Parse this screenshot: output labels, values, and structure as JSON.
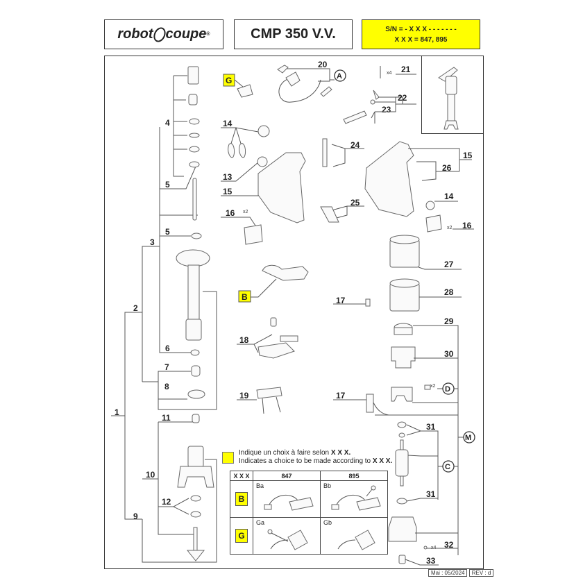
{
  "header": {
    "brand_name": "robot",
    "brand_name_2": "coupe",
    "brand_mark": "®",
    "model": "CMP 350 V.V.",
    "serial_line_1": "S/N = - X X X - - - - - - -",
    "serial_line_2": "X X X = 847, 895"
  },
  "callouts": {
    "n1": "1",
    "n2": "2",
    "n3": "3",
    "n4": "4",
    "n5a": "5",
    "n5b": "5",
    "n6": "6",
    "n7": "7",
    "n8": "8",
    "n9": "9",
    "n10": "10",
    "n11": "11",
    "n12": "12",
    "n13": "13",
    "n14a": "14",
    "n14b": "14",
    "n15a": "15",
    "n15b": "15",
    "n16a": "16",
    "n16b": "16",
    "n17a": "17",
    "n17b": "17",
    "n18": "18",
    "n19": "19",
    "n20": "20",
    "n21": "21",
    "n22": "22",
    "n23": "23",
    "n24": "24",
    "n25": "25",
    "n26": "26",
    "n27": "27",
    "n28": "28",
    "n29": "29",
    "n30": "30",
    "n31a": "31",
    "n31b": "31",
    "n32": "32",
    "n33": "33"
  },
  "quantities": {
    "q21": "x4",
    "q16a": "x2",
    "q16b": "x2",
    "qD": "x2",
    "q32": "x4"
  },
  "choice_markers": {
    "G": "G",
    "B": "B"
  },
  "group_markers": {
    "A": "A",
    "D": "D",
    "C": "C",
    "M": "M"
  },
  "legend": {
    "line_fr": "Indique un choix à faire selon",
    "line_en": "Indicates a choice to be made according to",
    "xxx": "X X X."
  },
  "choice_table": {
    "header": [
      "X X X",
      "847",
      "895"
    ],
    "rows": [
      {
        "marker": "B",
        "cells": [
          "Ba",
          "Bb"
        ]
      },
      {
        "marker": "G",
        "cells": [
          "Ga",
          "Gb"
        ]
      }
    ]
  },
  "footer": {
    "date": "Mai : 05/2024",
    "rev": "REV : d"
  },
  "colors": {
    "highlight": "#ffff00",
    "line": "#555555"
  }
}
